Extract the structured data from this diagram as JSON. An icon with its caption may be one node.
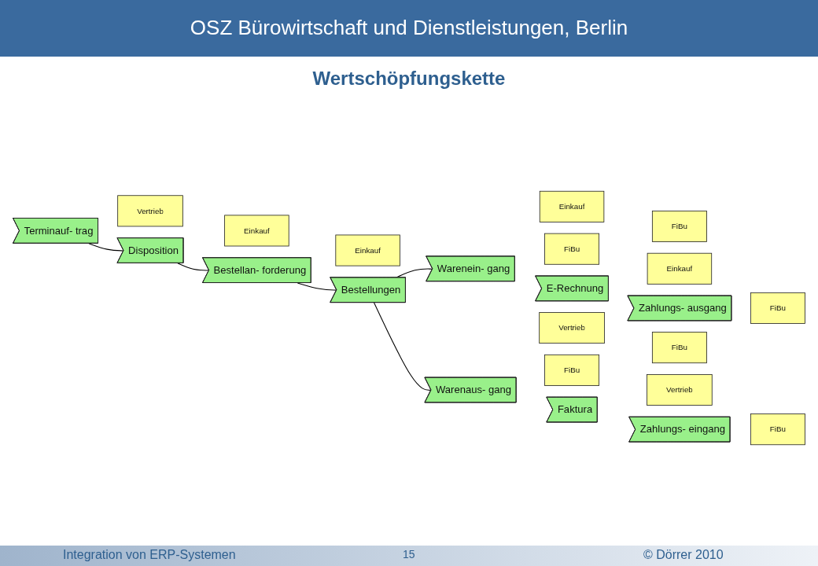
{
  "diagram": {
    "title": "Wertschöpfungskette",
    "nodes": [
      {
        "text": [
          "Terminauf- trag"
        ]
      },
      {
        "text": [
          "Vertrieb"
        ]
      },
      {
        "text": [
          "Disposition"
        ]
      },
      {
        "text": [
          "Einkauf"
        ]
      },
      {
        "text": [
          "Bestellan- forderung"
        ]
      },
      {
        "text": [
          "Einkauf"
        ]
      },
      {
        "text": [
          "Bestellungen"
        ]
      },
      {
        "text": [
          "Warenein- gang"
        ]
      },
      {
        "text": [
          "Einkauf"
        ]
      },
      {
        "text": [
          "FiBu"
        ]
      },
      {
        "text": [
          "E-Rechnung"
        ]
      },
      {
        "text": [
          "FiBu"
        ]
      },
      {
        "text": [
          "Einkauf"
        ]
      },
      {
        "text": [
          "Zahlungs- ausgang"
        ]
      },
      {
        "text": [
          "FiBu"
        ]
      },
      {
        "text": [
          "Warenaus- gang"
        ]
      },
      {
        "text": [
          "Vertrieb"
        ]
      },
      {
        "text": [
          "FiBu"
        ]
      },
      {
        "text": [
          "Faktura"
        ]
      },
      {
        "text": [
          "FiBu"
        ]
      },
      {
        "text": [
          "Vertrieb"
        ]
      },
      {
        "text": [
          "Zahlungs- eingang"
        ]
      },
      {
        "text": [
          "FiBu"
        ]
      }
    ],
    "edges": [
      {
        "from": 0,
        "to": 2,
        "arrow": "none"
      },
      {
        "from": 2,
        "to": 4,
        "arrow": "none"
      },
      {
        "from": 4,
        "to": 6,
        "arrow": "none"
      },
      {
        "from": 6,
        "to": 7,
        "arrow": "none"
      },
      {
        "from": 6,
        "to": 15,
        "arrow": "none"
      }
    ],
    "labels": [
      "OSZ Bürowirtschaft und Dienstleistungen, Berlin",
      "Integration von ERP-Systemen",
      "15",
      "© Dörrer 2010"
    ]
  }
}
